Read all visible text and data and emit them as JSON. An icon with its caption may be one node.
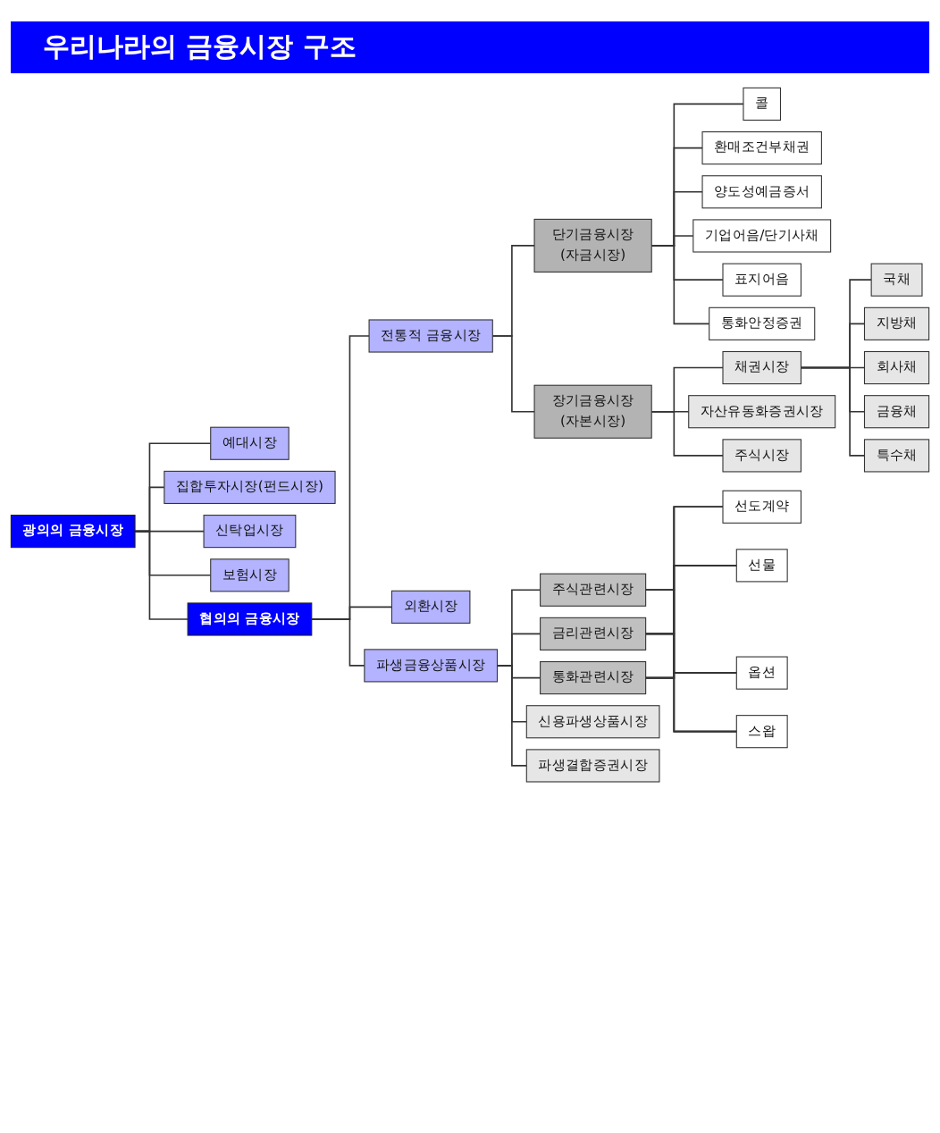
{
  "diagram": {
    "title": "우리나라의 금융시장 구조",
    "nodes": [
      {
        "text": [
          "광의의 금융시장"
        ]
      },
      {
        "text": [
          "예대시장"
        ]
      },
      {
        "text": [
          "집합투자시장(펀드시장)"
        ]
      },
      {
        "text": [
          "신탁업시장"
        ]
      },
      {
        "text": [
          "보험시장"
        ]
      },
      {
        "text": [
          "협의의 금융시장"
        ]
      },
      {
        "text": [
          "전통적 금융시장"
        ]
      },
      {
        "text": [
          "단기금융시장 (자금시장)"
        ]
      },
      {
        "text": [
          "콜"
        ]
      },
      {
        "text": [
          "환매조건부채권"
        ]
      },
      {
        "text": [
          "양도성예금증서"
        ]
      },
      {
        "text": [
          "기업어음/단기사채"
        ]
      },
      {
        "text": [
          "표지어음"
        ]
      },
      {
        "text": [
          "통화안정증권"
        ]
      },
      {
        "text": [
          "장기금융시장 (자본시장)"
        ]
      },
      {
        "text": [
          "채권시장"
        ]
      },
      {
        "text": [
          "자산유동화증권시장"
        ]
      },
      {
        "text": [
          "주식시장"
        ]
      },
      {
        "text": [
          "국채"
        ]
      },
      {
        "text": [
          "지방채"
        ]
      },
      {
        "text": [
          "회사채"
        ]
      },
      {
        "text": [
          "금융채"
        ]
      },
      {
        "text": [
          "특수채"
        ]
      },
      {
        "text": [
          "외환시장"
        ]
      },
      {
        "text": [
          "파생금융상품시장"
        ]
      },
      {
        "text": [
          "주식관련시장"
        ]
      },
      {
        "text": [
          "금리관련시장"
        ]
      },
      {
        "text": [
          "통화관련시장"
        ]
      },
      {
        "text": [
          "신용파생상품시장"
        ]
      },
      {
        "text": [
          "파생결합증권시장"
        ]
      },
      {
        "text": [
          "선도계약"
        ]
      },
      {
        "text": [
          "선물"
        ]
      },
      {
        "text": [
          "옵션"
        ]
      },
      {
        "text": [
          "스왑"
        ]
      }
    ],
    "edges": [
      {
        "from": 0,
        "to": 1,
        "arrow": "none"
      },
      {
        "from": 0,
        "to": 2,
        "arrow": "none"
      },
      {
        "from": 0,
        "to": 3,
        "arrow": "none"
      },
      {
        "from": 0,
        "to": 4,
        "arrow": "none"
      },
      {
        "from": 0,
        "to": 5,
        "arrow": "none"
      },
      {
        "from": 5,
        "to": 6,
        "arrow": "none"
      },
      {
        "from": 5,
        "to": 23,
        "arrow": "none"
      },
      {
        "from": 5,
        "to": 24,
        "arrow": "none"
      },
      {
        "from": 6,
        "to": 7,
        "arrow": "none"
      },
      {
        "from": 6,
        "to": 14,
        "arrow": "none"
      },
      {
        "from": 7,
        "to": 8,
        "arrow": "none"
      },
      {
        "from": 7,
        "to": 9,
        "arrow": "none"
      },
      {
        "from": 7,
        "to": 10,
        "arrow": "none"
      },
      {
        "from": 7,
        "to": 11,
        "arrow": "none"
      },
      {
        "from": 7,
        "to": 12,
        "arrow": "none"
      },
      {
        "from": 7,
        "to": 13,
        "arrow": "none"
      },
      {
        "from": 14,
        "to": 15,
        "arrow": "none"
      },
      {
        "from": 14,
        "to": 16,
        "arrow": "none"
      },
      {
        "from": 14,
        "to": 17,
        "arrow": "none"
      },
      {
        "from": 15,
        "to": 18,
        "arrow": "none"
      },
      {
        "from": 15,
        "to": 19,
        "arrow": "none"
      },
      {
        "from": 15,
        "to": 20,
        "arrow": "none"
      },
      {
        "from": 15,
        "to": 21,
        "arrow": "none"
      },
      {
        "from": 15,
        "to": 22,
        "arrow": "none"
      },
      {
        "from": 24,
        "to": 25,
        "arrow": "none"
      },
      {
        "from": 24,
        "to": 26,
        "arrow": "none"
      },
      {
        "from": 24,
        "to": 27,
        "arrow": "none"
      },
      {
        "from": 24,
        "to": 28,
        "arrow": "none"
      },
      {
        "from": 24,
        "to": 29,
        "arrow": "none"
      },
      {
        "from": 25,
        "to": 30,
        "arrow": "none"
      },
      {
        "from": 25,
        "to": 31,
        "arrow": "none"
      },
      {
        "from": 25,
        "to": 32,
        "arrow": "none"
      },
      {
        "from": 25,
        "to": 33,
        "arrow": "none"
      },
      {
        "from": 26,
        "to": 30,
        "arrow": "none"
      },
      {
        "from": 26,
        "to": 31,
        "arrow": "none"
      },
      {
        "from": 26,
        "to": 32,
        "arrow": "none"
      },
      {
        "from": 26,
        "to": 33,
        "arrow": "none"
      },
      {
        "from": 27,
        "to": 30,
        "arrow": "none"
      },
      {
        "from": 27,
        "to": 31,
        "arrow": "none"
      },
      {
        "from": 27,
        "to": 32,
        "arrow": "none"
      },
      {
        "from": 27,
        "to": 33,
        "arrow": "none"
      }
    ]
  }
}
